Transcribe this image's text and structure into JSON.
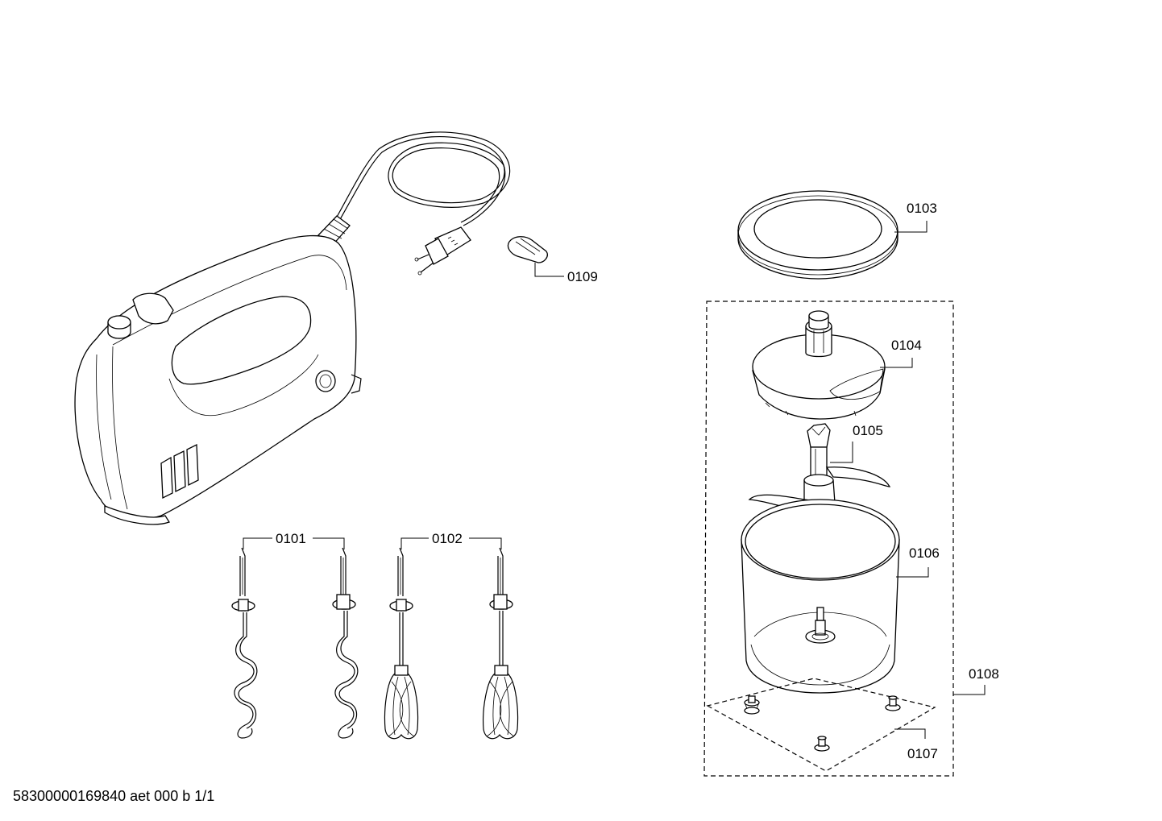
{
  "labels": {
    "p0101": "0101",
    "p0102": "0102",
    "p0103": "0103",
    "p0104": "0104",
    "p0105": "0105",
    "p0106": "0106",
    "p0107": "0107",
    "p0108": "0108",
    "p0109": "0109"
  },
  "footer": "58300000169840 aet 000 b 1/1"
}
